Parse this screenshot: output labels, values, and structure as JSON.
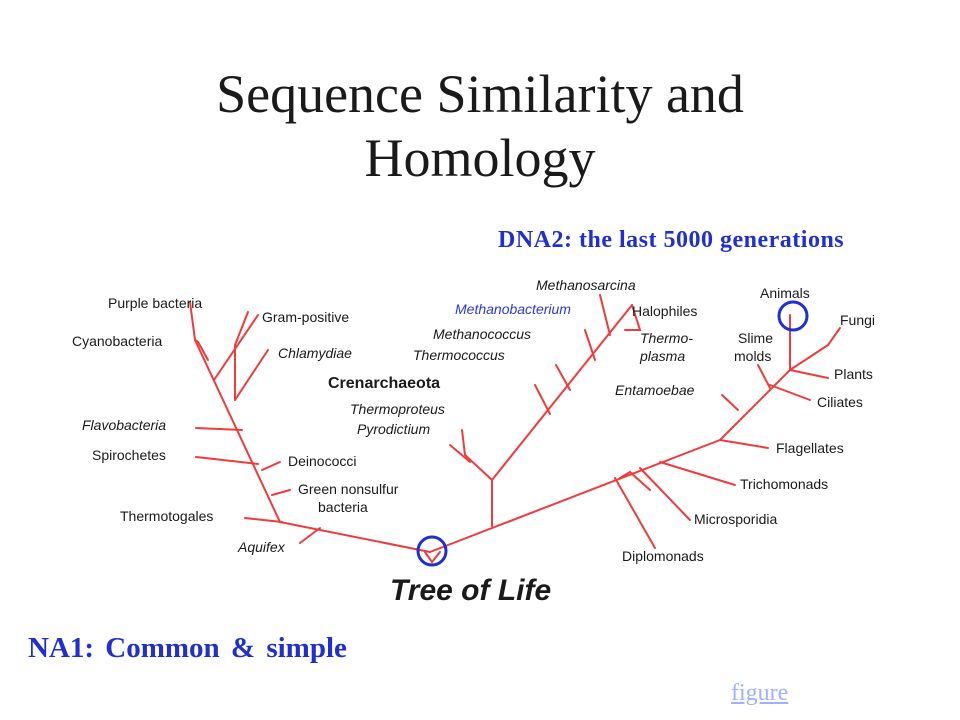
{
  "title": "Sequence Similarity and Homology",
  "dna2": "DNA2: the last 5000 generations",
  "na1": "NA1: Common & simple",
  "figure_link": "figure",
  "tree": {
    "caption": "Tree of Life",
    "group": "Crenarchaeota",
    "labels": {
      "purple_bacteria": "Purple bacteria",
      "cyanobacteria": "Cyanobacteria",
      "gram_positive": "Gram-positive",
      "chlamydiae": "Chlamydiae",
      "flavobacteria": "Flavobacteria",
      "spirochetes": "Spirochetes",
      "deinococci": "Deinococci",
      "green_nonsulfur_1": "Green nonsulfur",
      "green_nonsulfur_2": "bacteria",
      "thermotogales": "Thermotogales",
      "aquifex": "Aquifex",
      "thermoproteus": "Thermoproteus",
      "pyrodictium": "Pyrodictium",
      "methanosarcina": "Methanosarcina",
      "methanobacterium": "Methanobacterium",
      "methanococcus": "Methanococcus",
      "thermococcus": "Thermococcus",
      "halophiles": "Halophiles",
      "thermoplasma_1": "Thermo-",
      "thermoplasma_2": "plasma",
      "animals": "Animals",
      "fungi": "Fungi",
      "slime_molds_1": "Slime",
      "slime_molds_2": "molds",
      "plants": "Plants",
      "ciliates": "Ciliates",
      "entamoebae": "Entamoebae",
      "flagellates": "Flagellates",
      "trichomonads": "Trichomonads",
      "microsporidia": "Microsporidia",
      "diplomonads": "Diplomonads"
    },
    "colors": {
      "branch": "#ef3b3b",
      "marker": "#1f2fd0",
      "highlight_label": "#2a3ad8"
    }
  }
}
